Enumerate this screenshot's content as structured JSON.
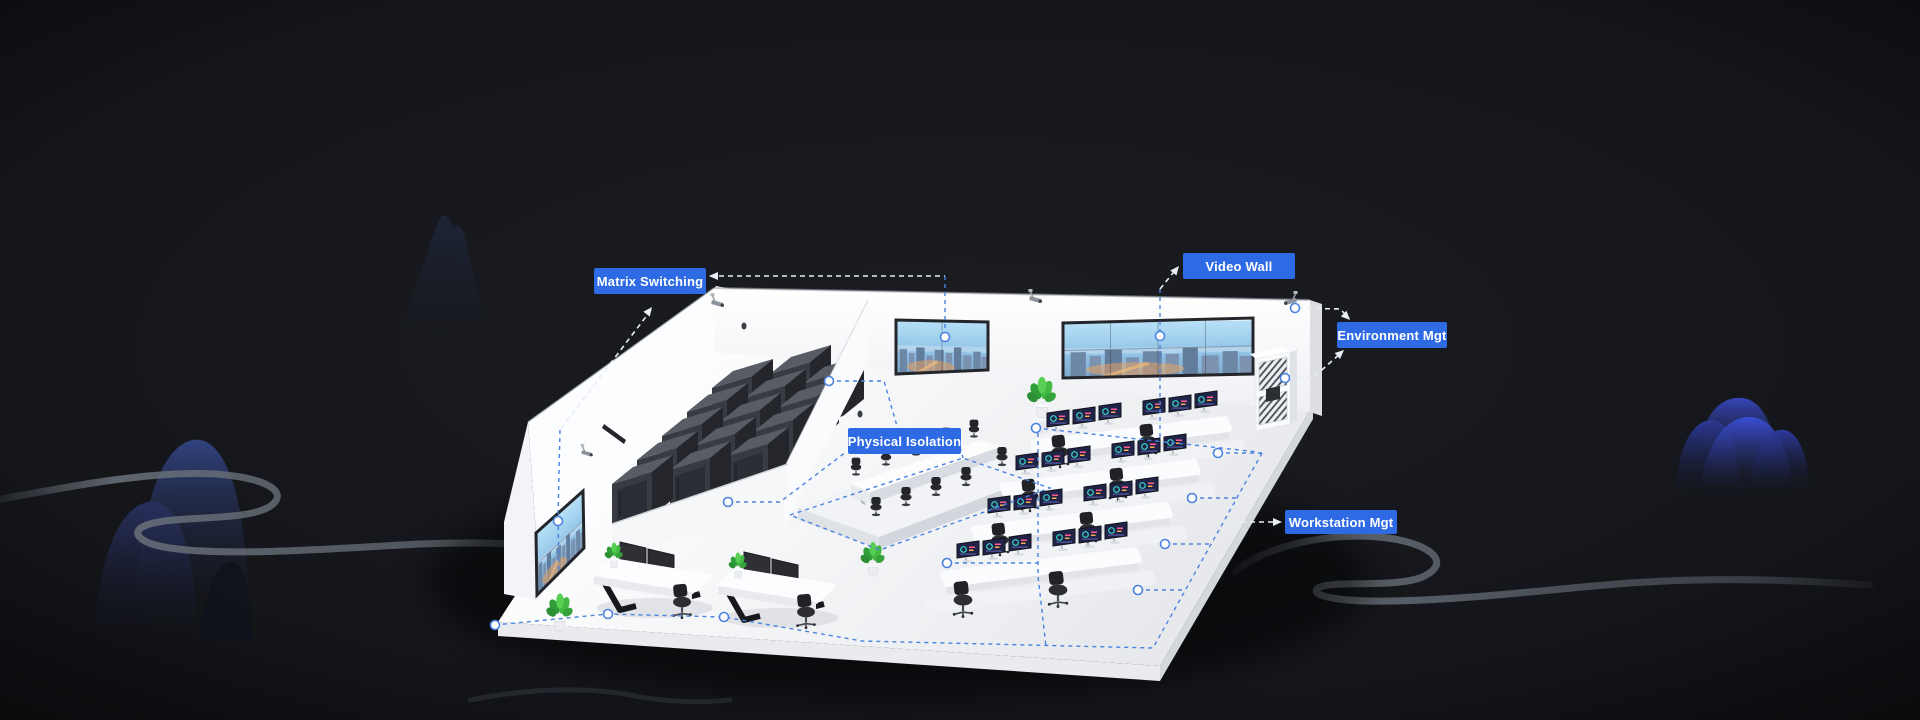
{
  "callouts": {
    "matrix_switching": {
      "label": "Matrix Switching"
    },
    "video_wall": {
      "label": "Video Wall"
    },
    "environment_mgt": {
      "label": "Environment Mgt"
    },
    "physical_isolation": {
      "label": "Physical Isolation"
    },
    "workstation_mgt": {
      "label": "Workstation Mgt"
    }
  },
  "colors": {
    "background": "#141519",
    "callout_bg": "#2e6ae4",
    "callout_text": "#ffffff",
    "connector_blue": "#4a82e0",
    "connector_white": "#e9edf3",
    "marker_fill": "#ffffff",
    "mountain_blue": "#2c3c7a",
    "mountain_blue_bright": "#3a4ed2",
    "mist_gray": "#5d646d"
  }
}
